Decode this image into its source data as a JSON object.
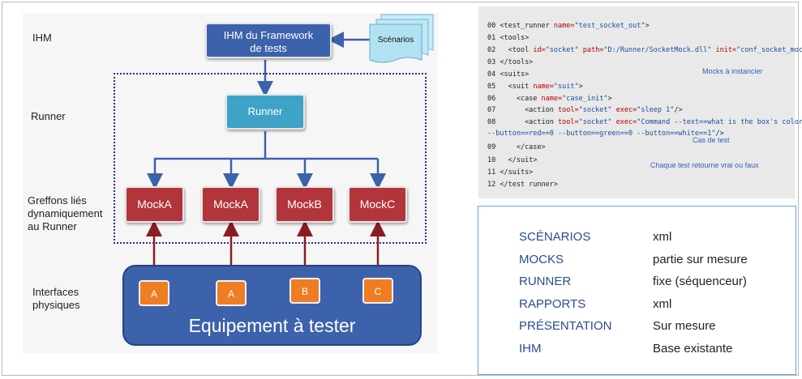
{
  "diagram": {
    "layer_labels": {
      "ihm": "IHM",
      "runner": "Runner",
      "greffons": [
        "Greffons liés",
        "dynamiquement",
        "au Runner"
      ],
      "interfaces": [
        "Interfaces",
        "physiques"
      ]
    },
    "ihm_box": [
      "IHM du Framework",
      "de tests"
    ],
    "scenarios_doc": "Scénarios",
    "runner_box": "Runner",
    "mocks": [
      "MockA",
      "MockA",
      "MockB",
      "MockC"
    ],
    "ports": [
      "A",
      "A",
      "B",
      "C"
    ],
    "equipment": "Equipement à tester",
    "colors": {
      "ihm": "#3d62ac",
      "runner": "#3ea3c6",
      "mock": "#b1353a",
      "port": "#ee7d23",
      "arrow": "#3d62ac",
      "link": "#8b1c22"
    }
  },
  "code": {
    "lines": [
      {
        "n": "00",
        "parts": [
          [
            "t",
            "<test_runner "
          ],
          [
            "k",
            "name="
          ],
          [
            "s",
            "\"test_socket_out\""
          ],
          [
            "t",
            ">"
          ]
        ]
      },
      {
        "n": "01",
        "parts": [
          [
            "t",
            "<tools>"
          ]
        ]
      },
      {
        "n": "02",
        "parts": [
          [
            "t",
            "  <tool "
          ],
          [
            "k",
            "id="
          ],
          [
            "s",
            "\"socket\""
          ],
          [
            "t",
            " "
          ],
          [
            "k",
            "path="
          ],
          [
            "s",
            "\"D:/Runner/SocketMock.dll\""
          ],
          [
            "t",
            " "
          ],
          [
            "k",
            "init="
          ],
          [
            "s",
            "\"conf_socket_mock.xml\""
          ],
          [
            "t",
            "/>"
          ]
        ]
      },
      {
        "n": "03",
        "parts": [
          [
            "t",
            "</tools>"
          ]
        ]
      },
      {
        "n": "04",
        "parts": [
          [
            "t",
            "<suits>"
          ]
        ]
      },
      {
        "n": "05",
        "parts": [
          [
            "t",
            "  <suit "
          ],
          [
            "k",
            "name="
          ],
          [
            "s",
            "\"suit\""
          ],
          [
            "t",
            ">"
          ]
        ]
      },
      {
        "n": "06",
        "parts": [
          [
            "t",
            "    <case "
          ],
          [
            "k",
            "name="
          ],
          [
            "s",
            "\"case_init\""
          ],
          [
            "t",
            ">"
          ]
        ]
      },
      {
        "n": "07",
        "parts": [
          [
            "t",
            "      <action "
          ],
          [
            "k",
            "tool="
          ],
          [
            "s",
            "\"socket\""
          ],
          [
            "t",
            " "
          ],
          [
            "k",
            "exec="
          ],
          [
            "s",
            "\"sleep 1\""
          ],
          [
            "t",
            "/>"
          ]
        ]
      },
      {
        "n": "08",
        "parts": [
          [
            "t",
            "      <action "
          ],
          [
            "k",
            "tool="
          ],
          [
            "s",
            "\"socket\""
          ],
          [
            "t",
            " "
          ],
          [
            "k",
            "exec="
          ],
          [
            "s",
            "\"Command --text==what is the box's color?"
          ]
        ]
      },
      {
        "n": "",
        "parts": [
          [
            "s",
            "--button==red==0 --button==green==0 --button==white==1\""
          ],
          [
            "t",
            "/>"
          ]
        ]
      },
      {
        "n": "09",
        "parts": [
          [
            "t",
            "    </case>"
          ]
        ]
      },
      {
        "n": "10",
        "parts": [
          [
            "t",
            "  </suit>"
          ]
        ]
      },
      {
        "n": "11",
        "parts": [
          [
            "t",
            "</suits>"
          ]
        ]
      },
      {
        "n": "12",
        "parts": [
          [
            "t",
            "</test runner>"
          ]
        ]
      }
    ],
    "annotations": {
      "mocks": "Mocks à instancier",
      "cases": "Cas de test",
      "result": "Chaque test retourne vrai ou faux"
    }
  },
  "table": {
    "rows": [
      {
        "key": "SCÉNARIOS",
        "value": "xml"
      },
      {
        "key": "MOCKS",
        "value": "partie sur mesure"
      },
      {
        "key": "RUNNER",
        "value": "fixe (séquenceur)"
      },
      {
        "key": "RAPPORTS",
        "value": "xml"
      },
      {
        "key": "PRÉSENTATION",
        "value": "Sur mesure"
      },
      {
        "key": "IHM",
        "value": "Base existante"
      }
    ]
  }
}
